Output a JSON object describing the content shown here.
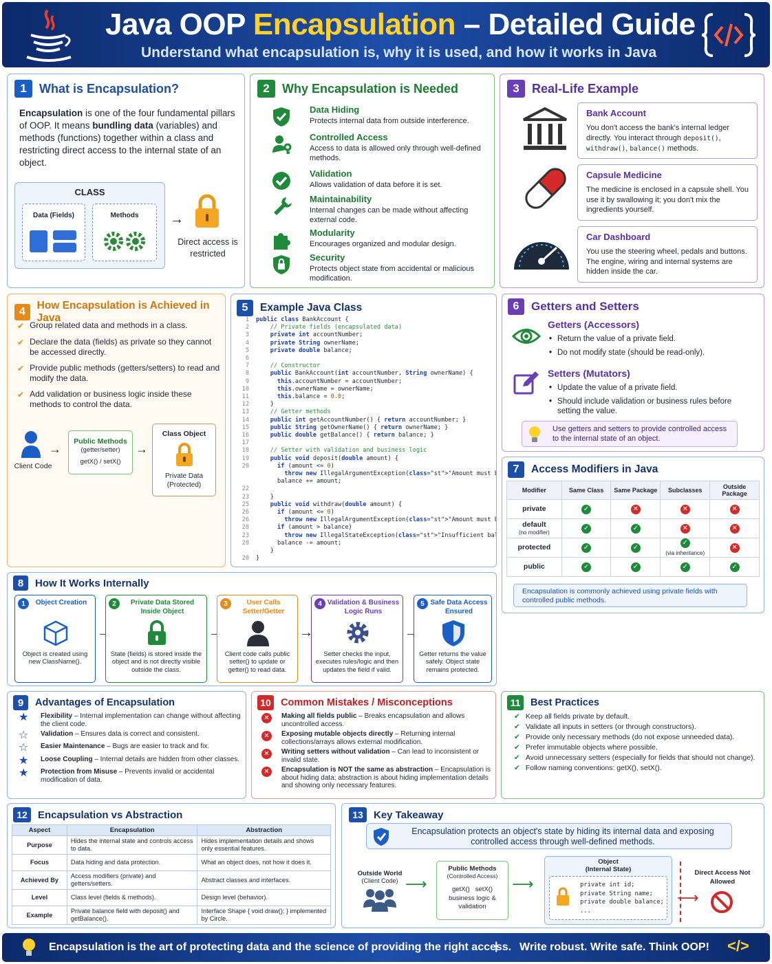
{
  "header": {
    "title_a": "Java OOP ",
    "title_hl": "Encapsulation",
    "title_b": " – Detailed Guide",
    "subtitle": "Understand what encapsulation is, why it is used, and how it works in Java",
    "left_icon": "java-cup-icon",
    "right_icon": "code-brackets-icon"
  },
  "s1": {
    "num": "1",
    "title": "What is Encapsulation?",
    "p_bold1": "Encapsulation",
    "p_a": " is one of the four fundamental pillars of OOP. It means ",
    "p_bold2": "bundling data",
    "p_b": " (variables) and methods (functions) together within a class and restricting direct access to the internal state of an object.",
    "class_label": "CLASS",
    "fields_label": "Data (Fields)",
    "methods_label": "Methods",
    "restricted": "Direct access is restricted"
  },
  "s2": {
    "num": "2",
    "title": "Why Encapsulation is Needed",
    "items": [
      {
        "title": "Data Hiding",
        "desc": "Protects internal data from outside interference.",
        "icon": "shield-check-icon"
      },
      {
        "title": "Controlled Access",
        "desc": "Access to data is allowed only through well-defined methods.",
        "icon": "user-key-icon"
      },
      {
        "title": "Validation",
        "desc": "Allows validation of data before it is set.",
        "icon": "check-circle-icon"
      },
      {
        "title": "Maintainability",
        "desc": "Internal changes can be made without affecting external code.",
        "icon": "wrench-icon"
      },
      {
        "title": "Modularity",
        "desc": "Encourages organized and modular design.",
        "icon": "puzzle-icon"
      },
      {
        "title": "Security",
        "desc": "Protects object state from accidental or malicious modification.",
        "icon": "shield-lock-icon"
      }
    ]
  },
  "s3": {
    "num": "3",
    "title": "Real-Life Example",
    "items": [
      {
        "title": "Bank Account",
        "desc_a": "You don't access the bank's internal ledger directly. You interact through ",
        "code1": "deposit()",
        "sep": ", ",
        "code2": "withdraw()",
        "sep2": ", ",
        "code3": "balance()",
        "desc_b": " methods.",
        "icon": "bank-icon"
      },
      {
        "title": "Capsule Medicine",
        "desc": "The medicine is enclosed in a capsule shell. You use it by swallowing it; you don't mix the ingredients yourself.",
        "icon": "capsule-icon"
      },
      {
        "title": "Car Dashboard",
        "desc": "You use the steering wheel, pedals and buttons. The engine, wiring and internal systems are hidden inside the car.",
        "icon": "speedometer-icon"
      }
    ]
  },
  "s4": {
    "num": "4",
    "title": "How Encapsulation is Achieved in Java",
    "items": [
      "Group related data and methods in a class.",
      "Declare the data (fields) as private so they cannot be accessed directly.",
      "Provide public methods (getters/setters) to read and modify the data.",
      "Add validation or business logic inside these methods to control the data."
    ],
    "client": "Client Code",
    "pm_title": "Public Methods",
    "pm_sub": "(getter/setter)",
    "pm_code": "getX() / setX()",
    "obj_title": "Class Object",
    "private_data": "Private Data (Protected)"
  },
  "s5": {
    "num": "5",
    "title": "Example Java Class",
    "lines": [
      {
        "n": "1",
        "t": "public class BankAccount {"
      },
      {
        "n": "2",
        "t": "    // Private fields (encapsulated data)"
      },
      {
        "n": "3",
        "t": "    private int accountNumber;"
      },
      {
        "n": "4",
        "t": "    private String ownerName;"
      },
      {
        "n": "5",
        "t": "    private double balance;"
      },
      {
        "n": "6",
        "t": ""
      },
      {
        "n": "7",
        "t": "    // Constructor"
      },
      {
        "n": "8",
        "t": "    public BankAccount(int accountNumber, String ownerName) {"
      },
      {
        "n": "9",
        "t": "      this.accountNumber = accountNumber;"
      },
      {
        "n": "10",
        "t": "      this.ownerName = ownerName;"
      },
      {
        "n": "11",
        "t": "      this.balance = 0.0;"
      },
      {
        "n": "12",
        "t": "    }"
      },
      {
        "n": "13",
        "t": "    // Getter methods"
      },
      {
        "n": "14",
        "t": "    public int getAccountNumber() { return accountNumber; }"
      },
      {
        "n": "15",
        "t": "    public String getOwnerName() { return ownerName; }"
      },
      {
        "n": "16",
        "t": "    public double getBalance() { return balance; }"
      },
      {
        "n": "17",
        "t": ""
      },
      {
        "n": "18",
        "t": "    // Setter with validation and business logic"
      },
      {
        "n": "19",
        "t": "    public void deposit(double amount) {"
      },
      {
        "n": "20",
        "t": "      if (amount <= 0)"
      },
      {
        "n": "",
        "t": "        throw new IllegalArgumentException(\"Amount must be positive\");"
      },
      {
        "n": "",
        "t": "      balance += amount;"
      },
      {
        "n": "22",
        "t": ""
      },
      {
        "n": "23",
        "t": "    }"
      },
      {
        "n": "25",
        "t": "    public void withdraw(double amount) {"
      },
      {
        "n": "26",
        "t": "      if (amount <= 0)"
      },
      {
        "n": "26",
        "t": "        throw new IllegalArgumentException(\"Amount must be positive\");"
      },
      {
        "n": "28",
        "t": "      if (amount > balance)"
      },
      {
        "n": "23",
        "t": "        throw new IllegalStateException(\"Insufficient balance\");"
      },
      {
        "n": "28",
        "t": "      balance -= amount;"
      },
      {
        "n": "",
        "t": "    }"
      },
      {
        "n": "20",
        "t": "}"
      }
    ]
  },
  "s6": {
    "num": "6",
    "title": "Getters and Setters",
    "g_title": "Getters (Accessors)",
    "g_items": [
      "Return the value of a private field.",
      "Do not modify state (should be read-only)."
    ],
    "s_title": "Setters (Mutators)",
    "s_items": [
      "Update the value of a private field.",
      "Should include validation or business rules before setting the value."
    ],
    "tip": "Use getters and setters to provide controlled access to the internal state of an object."
  },
  "s7": {
    "num": "7",
    "title": "Access Modifiers in Java",
    "headers": [
      "Modifier",
      "Same Class",
      "Same Package",
      "Subclasses",
      "Outside Package"
    ],
    "rows": [
      {
        "name": "private",
        "sub": "",
        "cells": [
          "yes",
          "no",
          "no",
          "no"
        ],
        "note": ""
      },
      {
        "name": "default",
        "sub": "(no modifier)",
        "cells": [
          "yes",
          "yes",
          "no",
          "no"
        ],
        "note": ""
      },
      {
        "name": "protected",
        "sub": "",
        "cells": [
          "yes",
          "yes",
          "yes",
          "no"
        ],
        "note": "(via inheritance)"
      },
      {
        "name": "public",
        "sub": "",
        "cells": [
          "yes",
          "yes",
          "yes",
          "yes"
        ],
        "note": ""
      }
    ],
    "note": "Encapsulation is commonly achieved using private fields with controlled public methods."
  },
  "s8": {
    "num": "8",
    "title": "How It Works Internally",
    "steps": [
      {
        "n": "1",
        "title": "Object Creation",
        "desc": "Object is created using new ClassName().",
        "color": "#1b5fc4",
        "icon": "cube-icon"
      },
      {
        "n": "2",
        "title": "Private Data Stored Inside Object",
        "desc": "State (fields) is stored inside the object and is not directly visible outside the class.",
        "color": "#1f8a3a",
        "icon": "lock-icon"
      },
      {
        "n": "3",
        "title": "User Calls Setter/Getter",
        "desc": "Client code calls public setter() to update or getter() to read data.",
        "color": "#e88a1a",
        "icon": "user-icon"
      },
      {
        "n": "4",
        "title": "Validation & Business Logic Runs",
        "desc": "Setter checks the input, executes rules/logic and then updates the field if valid.",
        "color": "#6a3fb5",
        "icon": "gear-icon"
      },
      {
        "n": "5",
        "title": "Safe Data Access Ensured",
        "desc": "Getter returns the value safely. Object state remains protected.",
        "color": "#1b5fc4",
        "icon": "shield-icon"
      }
    ]
  },
  "s9": {
    "num": "9",
    "title": "Advantages of Encapsulation",
    "items": [
      {
        "b": "Flexibility",
        "t": " – Internal implementation can change without affecting the client code.",
        "icon": "star-icon"
      },
      {
        "b": "Validation",
        "t": " – Ensures data is correct and consistent.",
        "icon": "star-outline-icon"
      },
      {
        "b": "Easier Maintenance",
        "t": " – Bugs are easier to track and fix.",
        "icon": "star-outline-icon"
      },
      {
        "b": "Loose Coupling",
        "t": " – Internal details are hidden from other classes.",
        "icon": "star-icon"
      },
      {
        "b": "Protection from Misuse",
        "t": " – Prevents invalid or accidental modification of data.",
        "icon": "star-icon"
      }
    ]
  },
  "s10": {
    "num": "10",
    "title": "Common Mistakes / Misconceptions",
    "items": [
      {
        "b": "Making all fields public",
        "t": " – Breaks encapsulation and allows uncontrolled access."
      },
      {
        "b": "Exposing mutable objects directly",
        "t": " – Returning internal collections/arrays allows external modification."
      },
      {
        "b": "Writing setters without validation",
        "t": " – Can lead to inconsistent or invalid state."
      },
      {
        "b": "Encapsulation is NOT the same as abstraction",
        "t": " – Encapsulation is about hiding data; abstraction is about hiding implementation details and showing only necessary features."
      }
    ]
  },
  "s11": {
    "num": "11",
    "title": "Best Practices",
    "items": [
      "Keep all fields private by default.",
      "Validate all inputs in setters (or through constructors).",
      "Provide only necessary methods (do not expose unneeded data).",
      "Prefer immutable objects where possible.",
      "Avoid unnecessary setters (especially for fields that should not change).",
      "Follow naming conventions: getX(), setX()."
    ]
  },
  "s12": {
    "num": "12",
    "title": "Encapsulation vs Abstraction",
    "headers": [
      "Aspect",
      "Encapsulation",
      "Abstraction"
    ],
    "rows": [
      [
        "Purpose",
        "Hides the internal state and controls access to data.",
        "Hides implementation details and shows only essential features."
      ],
      [
        "Focus",
        "Data hiding and data protection.",
        "What an object does, not how it does it."
      ],
      [
        "Achieved By",
        "Access modifiers (private) and getters/setters.",
        "Abstract classes and interfaces."
      ],
      [
        "Level",
        "Class level (fields & methods).",
        "Design level (behavior)."
      ],
      [
        "Example",
        "Private balance field with deposit() and getBalance().",
        "Interface Shape { void draw(); } implemented by Circle."
      ]
    ]
  },
  "s13": {
    "num": "13",
    "title": "Key Takeaway",
    "statement": "Encapsulation protects an object's state by hiding its internal data and exposing controlled access through well-defined methods.",
    "outside": "Outside World",
    "outside_sub": "(Client Code)",
    "pm_title": "Public Methods",
    "pm_sub": "(Controlled Access)",
    "pm_code": "getX()   setX()",
    "pm_desc": "business logic & validation",
    "obj_title": "Object",
    "obj_sub": "(Internal State)",
    "obj_code": [
      "private int id;",
      "private String name;",
      "private double balance;",
      "..."
    ],
    "denied": "Direct Access Not Allowed"
  },
  "footer": {
    "quote": "Encapsulation is the art of protecting data and the science of providing the right access.",
    "sep": "|",
    "tagline": "Write robust. Write safe. Think OOP!"
  },
  "colors": {
    "blue": "#1b5fc4",
    "green": "#1f8a3a",
    "purple": "#6a3fb5",
    "orange": "#e88a1a",
    "red": "#d02a2a",
    "navy": "#0c2a6b",
    "yellow": "#ffd12a"
  }
}
